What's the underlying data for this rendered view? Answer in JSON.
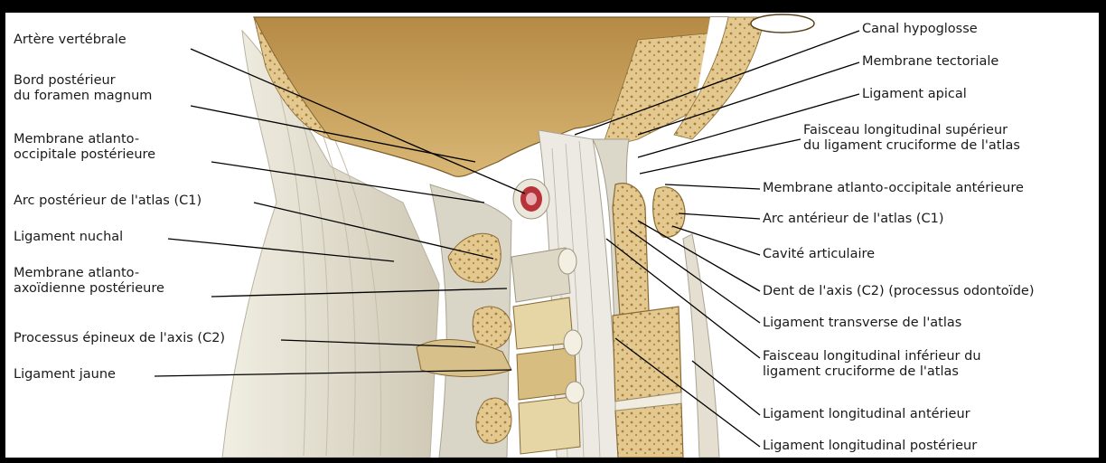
{
  "labels_left": {
    "arteria_vertebralis": "Artère vertébrale",
    "foramen_l1": "Bord postérieur",
    "foramen_l2": "du foramen magnum",
    "mem_occ_post_l1": "Membrane atlanto-",
    "mem_occ_post_l2": "occipitale postérieure",
    "arc_post_atlas": "Arc postérieur de l'atlas (C1)",
    "lig_nuchal": "Ligament nuchal",
    "mem_ax_post_l1": "Membrane atlanto-",
    "mem_ax_post_l2": "axoïdienne postérieure",
    "proc_epineux": "Processus épineux de l'axis (C2)",
    "lig_jaune": "Ligament jaune"
  },
  "labels_right": {
    "canal_hypoglosse": "Canal hypoglosse",
    "mem_tectoriale": "Membrane tectoriale",
    "lig_apical": "Ligament apical",
    "fasc_sup_l1": "Faisceau longitudinal supérieur",
    "fasc_sup_l2": "du ligament cruciforme de l'atlas",
    "mem_occ_ant": "Membrane atlanto-occipitale antérieure",
    "arc_ant_atlas": "Arc antérieur de l'atlas (C1)",
    "cavite": "Cavité articulaire",
    "dent_axis": "Dent de l'axis (C2) (processus odontoïde)",
    "lig_transverse": "Ligament transverse de l'atlas",
    "fasc_inf_l1": "Faisceau longitudinal inférieur du",
    "fasc_inf_l2": "ligament cruciforme de l'atlas",
    "lig_long_ant": "Ligament longitudinal antérieur",
    "lig_long_post": "Ligament longitudinal postérieur"
  },
  "colors": {
    "bone": "#c9a35c",
    "bone_light": "#e3c98f",
    "bone_dark": "#8a6a34",
    "ligament": "#e7e2d2",
    "ligament_shade": "#bdb8a6",
    "artery": "#b8323a",
    "leader": "#000000"
  }
}
